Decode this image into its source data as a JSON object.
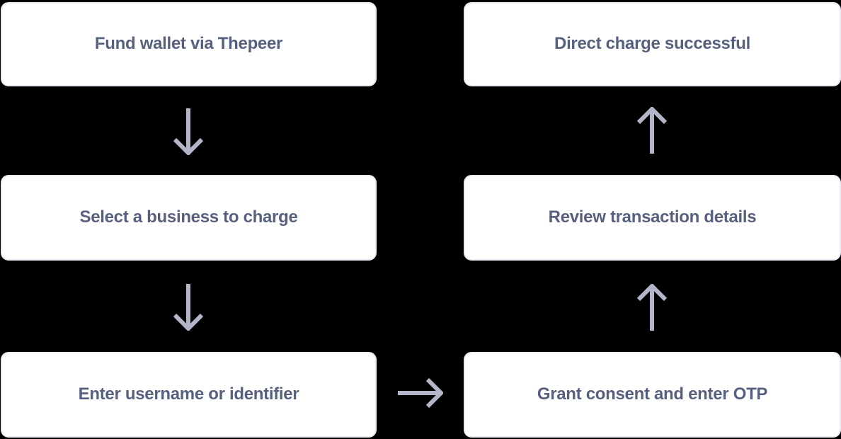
{
  "flow": {
    "steps": [
      {
        "id": 1,
        "label": "Fund wallet via Thepeer"
      },
      {
        "id": 2,
        "label": "Select a business to charge"
      },
      {
        "id": 3,
        "label": "Enter username or identifier"
      },
      {
        "id": 4,
        "label": "Grant consent and enter OTP"
      },
      {
        "id": 5,
        "label": "Review transaction details"
      },
      {
        "id": 6,
        "label": "Direct charge successful"
      }
    ],
    "connections": [
      {
        "from": 1,
        "to": 2,
        "direction": "down"
      },
      {
        "from": 2,
        "to": 3,
        "direction": "down"
      },
      {
        "from": 3,
        "to": 4,
        "direction": "right"
      },
      {
        "from": 4,
        "to": 5,
        "direction": "up"
      },
      {
        "from": 5,
        "to": 6,
        "direction": "up"
      }
    ]
  },
  "colors": {
    "background": "#000000",
    "node_fill": "#ffffff",
    "node_border": "#eaecf4",
    "node_text": "#57617f",
    "arrow": "#b3b6c8"
  }
}
